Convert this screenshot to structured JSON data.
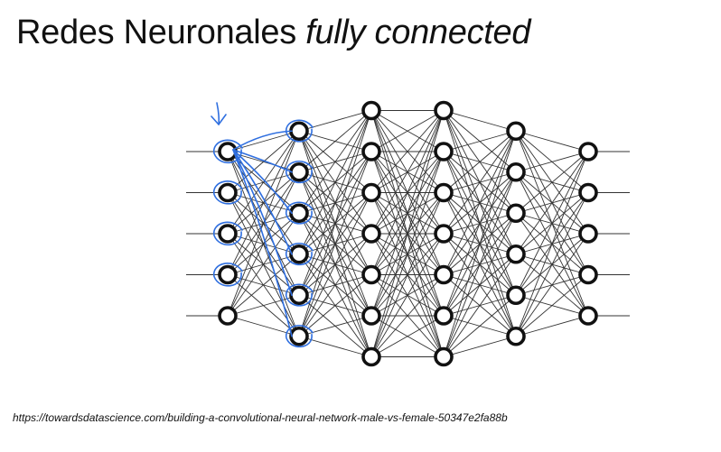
{
  "slide": {
    "title_main": "Redes Neuronales ",
    "title_emphasis": "fully connected",
    "source_url": "https://towardsdatascience.com/building-a-convolutional-neural-network-male-vs-female-50347e2fa88b"
  },
  "network": {
    "layer_sizes": [
      5,
      6,
      7,
      7,
      6,
      5
    ],
    "edge_color": "#333333",
    "node_stroke": "#111111",
    "node_fill": "#ffffff"
  },
  "annotations": {
    "ink_color": "#2f6fe0",
    "circled_input_nodes": [
      0,
      1,
      2,
      3
    ],
    "circled_layer2_nodes": [
      0,
      1,
      2,
      3,
      4,
      5
    ],
    "arrow_target_node": 0
  }
}
